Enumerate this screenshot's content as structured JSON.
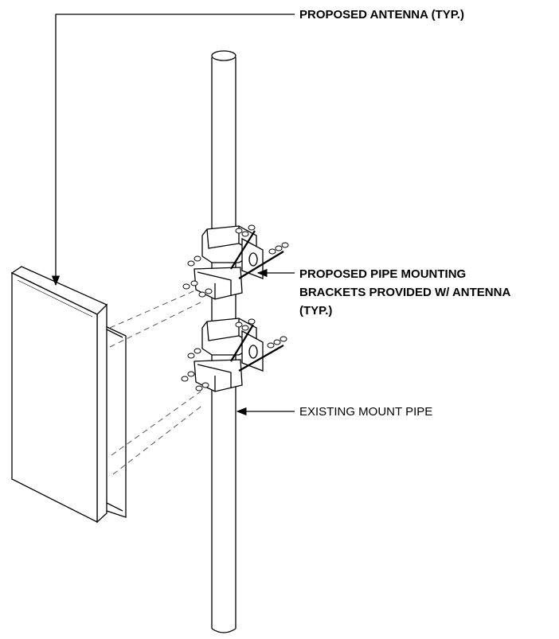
{
  "callouts": {
    "antenna": "PROPOSED ANTENNA (TYP.)",
    "brackets_line1": "PROPOSED PIPE MOUNTING",
    "brackets_line2": "BRACKETS PROVIDED W/ ANTENNA",
    "brackets_line3": "(TYP.)",
    "pipe": "EXISTING MOUNT PIPE"
  }
}
